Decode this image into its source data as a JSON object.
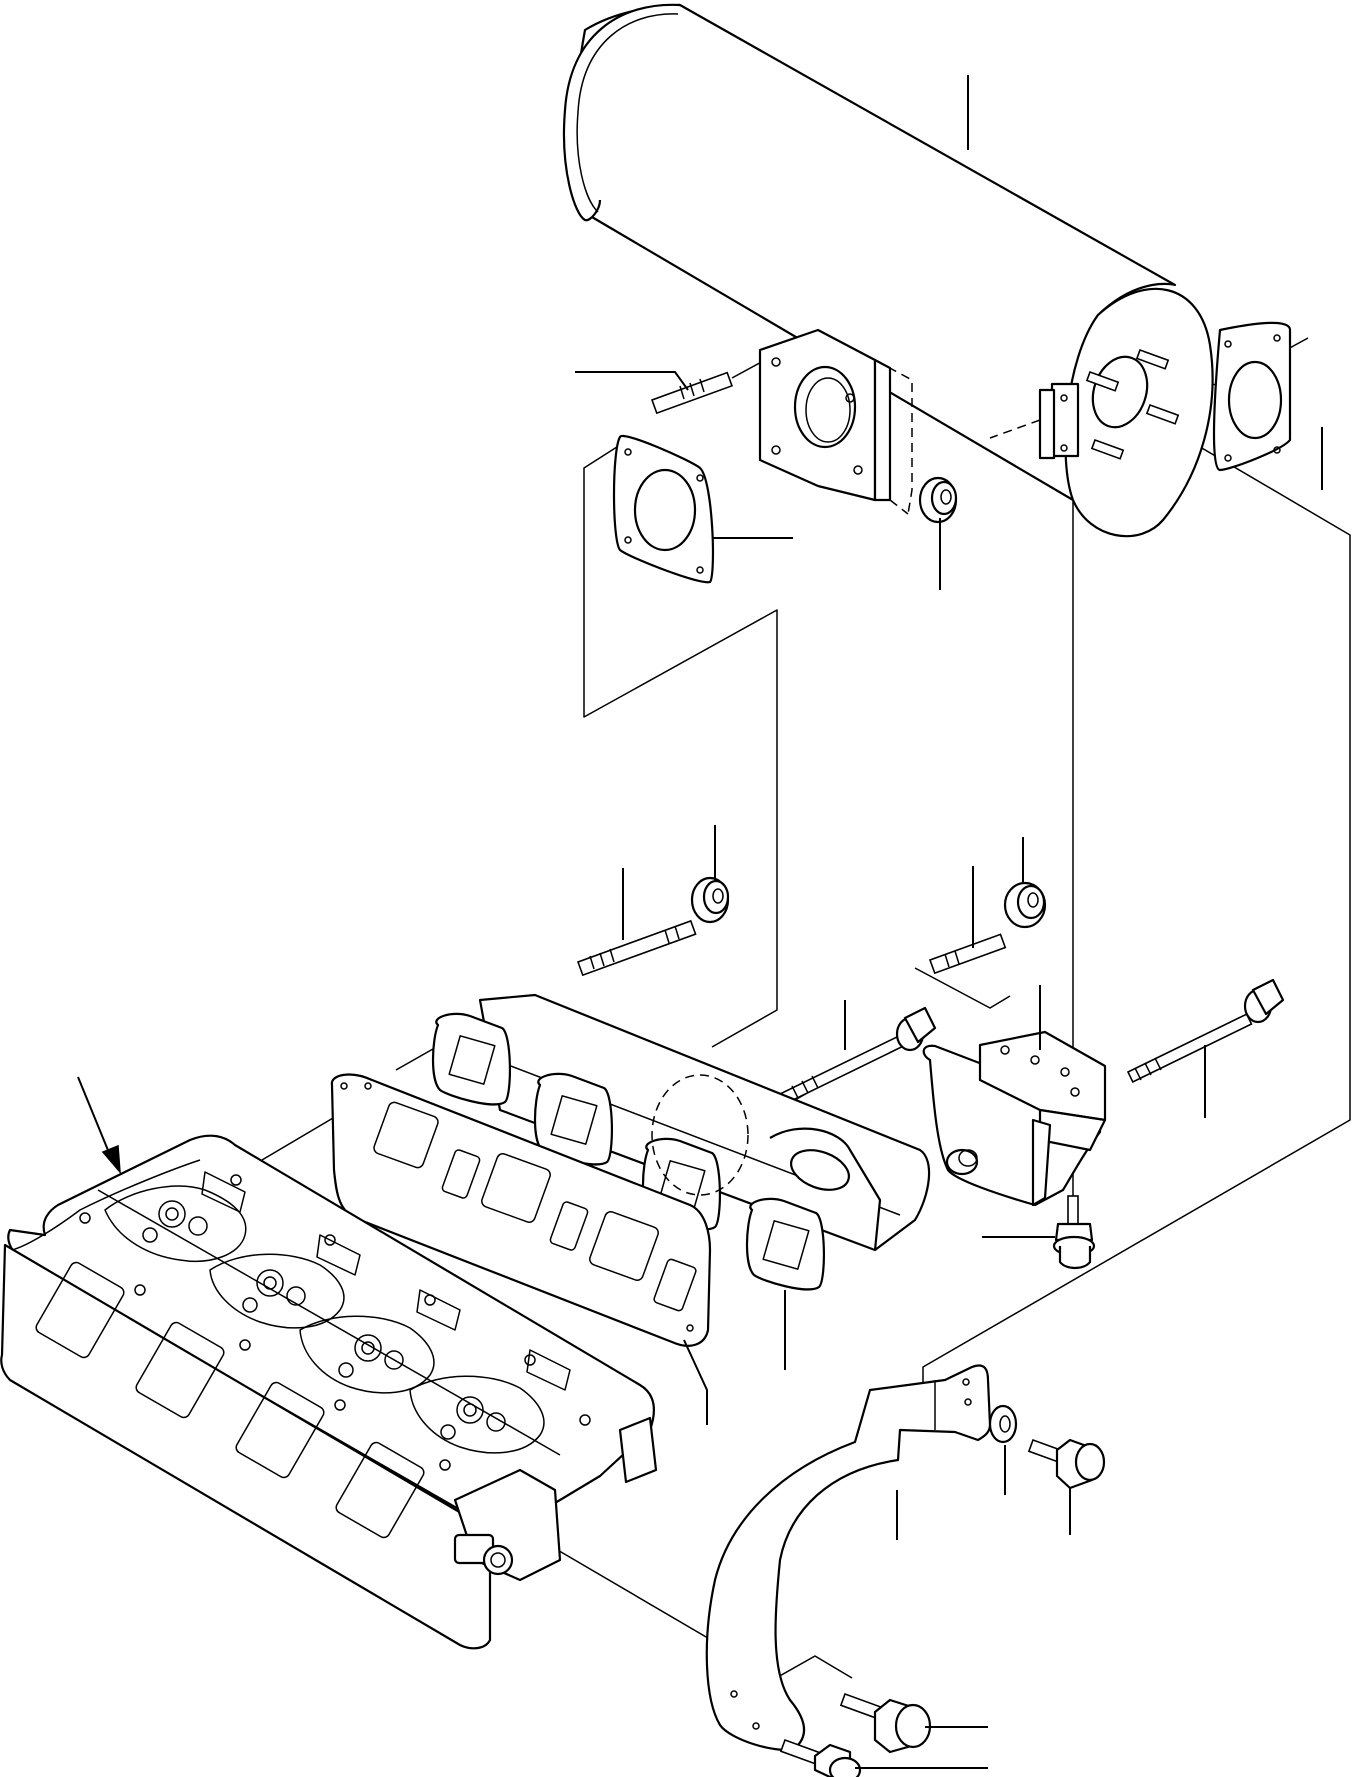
{
  "diagram": {
    "kind": "exploded parts diagram",
    "line_color": "#000000",
    "background": "#ffffff",
    "parts": [
      {
        "id": "muffler",
        "icon": "muffler-drum"
      },
      {
        "id": "outlet-gasket",
        "icon": "square-flange-gasket"
      },
      {
        "id": "inlet-gasket",
        "icon": "square-flange-gasket"
      },
      {
        "id": "stud-upper",
        "icon": "threaded-stud"
      },
      {
        "id": "flange-nut-upper",
        "icon": "flange-nut"
      },
      {
        "id": "stud-left",
        "icon": "threaded-stud"
      },
      {
        "id": "nut-left",
        "icon": "flange-nut"
      },
      {
        "id": "stud-right",
        "icon": "threaded-stud"
      },
      {
        "id": "nut-right",
        "icon": "flange-nut"
      },
      {
        "id": "manifold-bolt",
        "icon": "hex-flange-bolt"
      },
      {
        "id": "bracket-bolt-long",
        "icon": "hex-flange-bolt"
      },
      {
        "id": "bracket-small-bolt",
        "icon": "hex-flange-bolt"
      },
      {
        "id": "exhaust-manifold",
        "icon": "exhaust-manifold"
      },
      {
        "id": "manifold-gasket",
        "icon": "manifold-gasket"
      },
      {
        "id": "muffler-bracket",
        "icon": "mounting-bracket"
      },
      {
        "id": "cylinder-head",
        "icon": "cylinder-head"
      },
      {
        "id": "support-strap",
        "icon": "support-strap"
      },
      {
        "id": "washer",
        "icon": "flat-washer"
      },
      {
        "id": "strap-bolt-upper",
        "icon": "hex-flange-bolt"
      },
      {
        "id": "strap-bolt-lower-1",
        "icon": "hex-flange-bolt"
      },
      {
        "id": "strap-bolt-lower-2",
        "icon": "hex-flange-bolt"
      }
    ]
  }
}
